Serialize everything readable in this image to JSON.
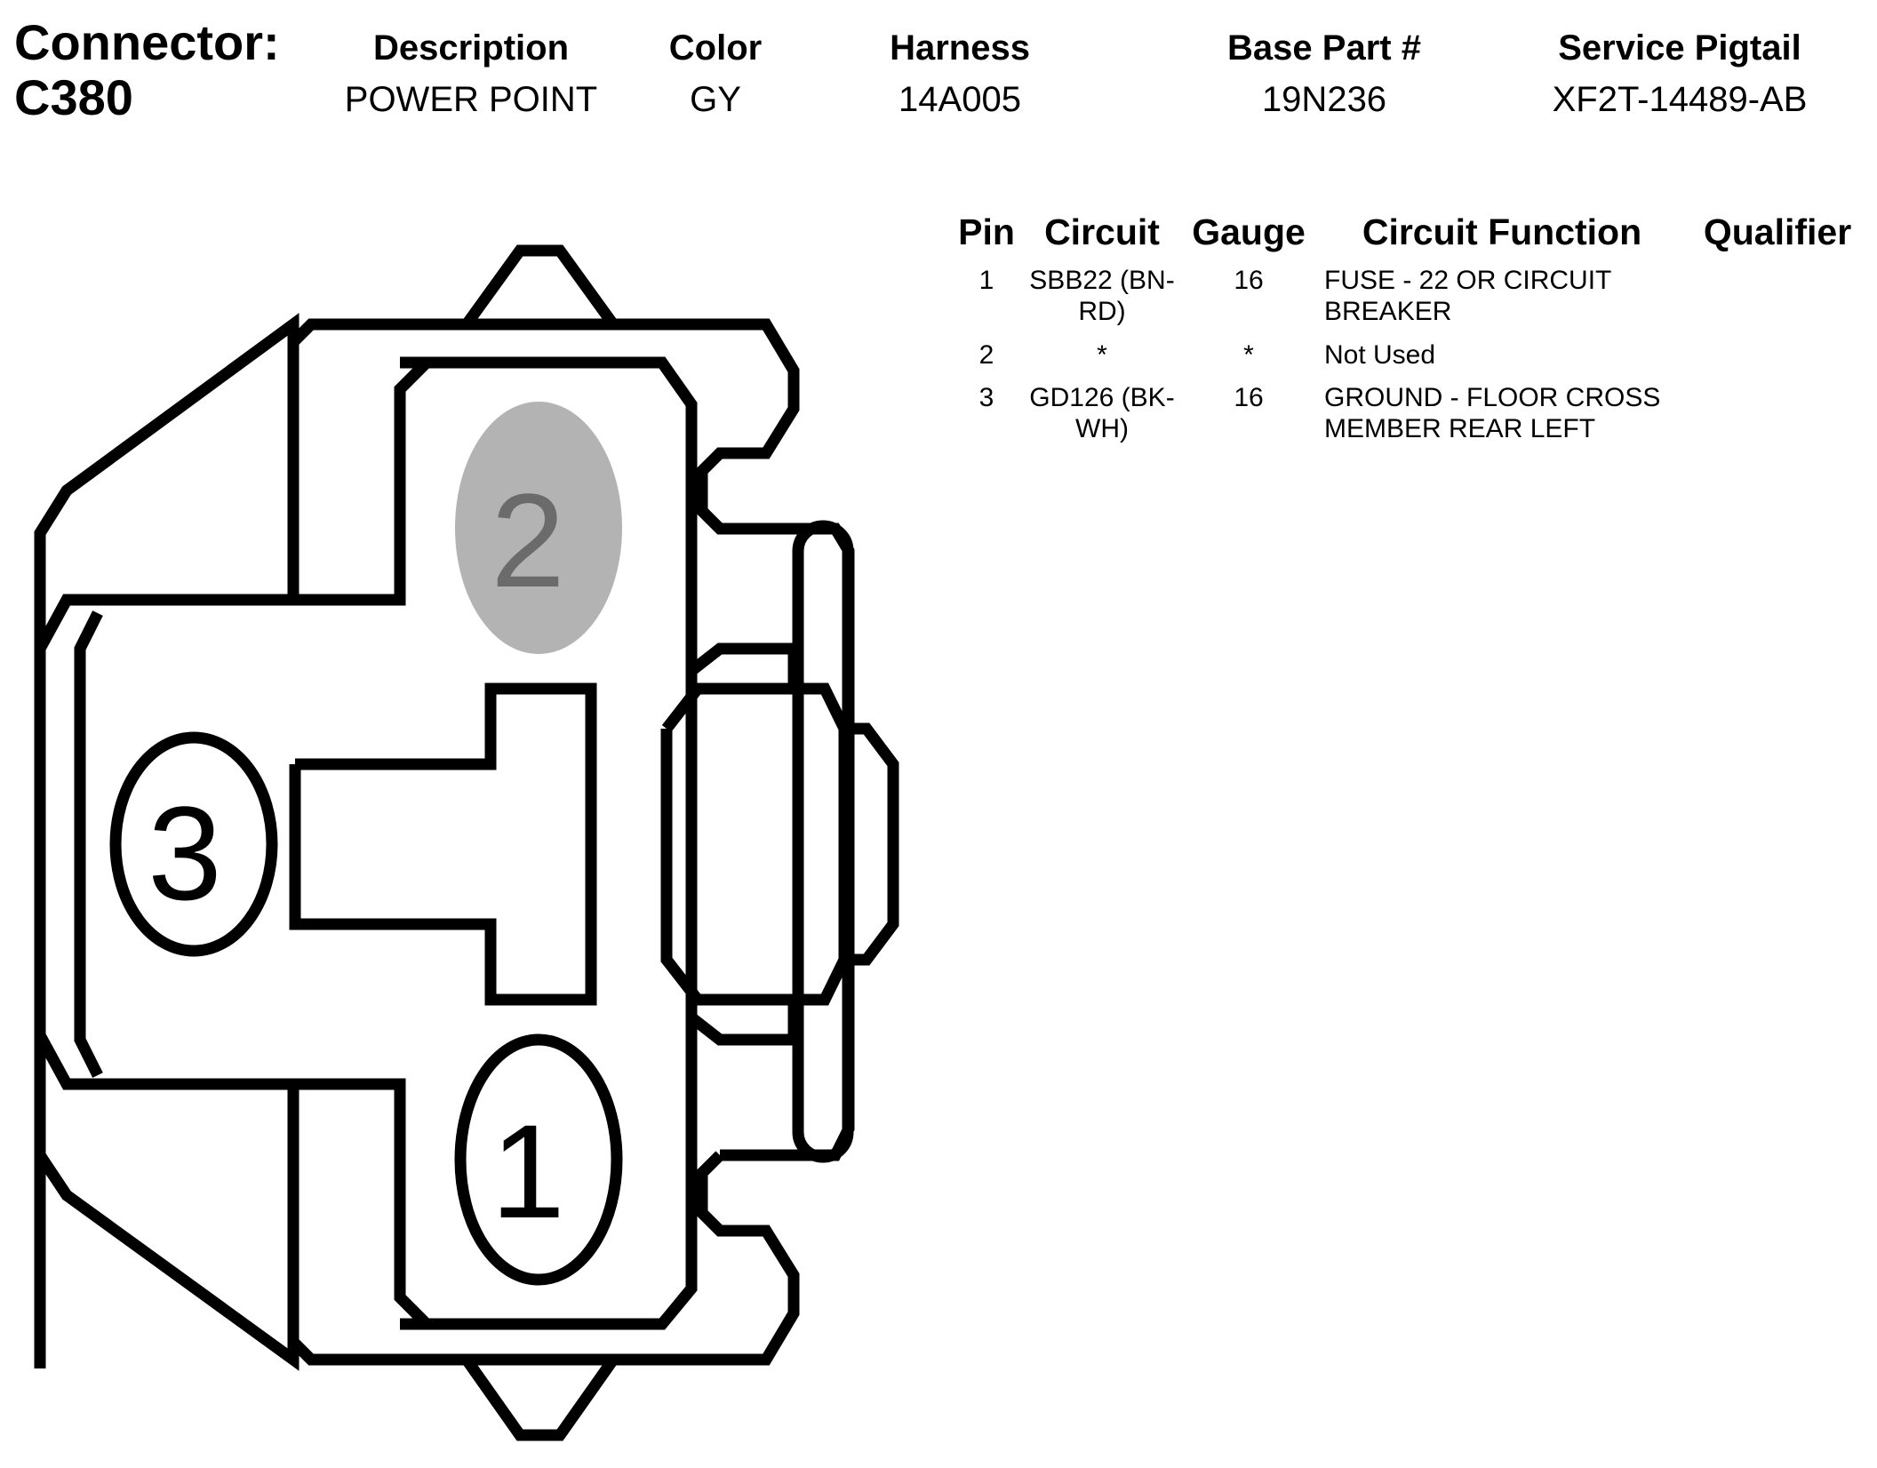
{
  "header": {
    "connector_label": "Connector:",
    "connector_id": "C380",
    "columns": [
      {
        "label": "Description",
        "value": "POWER POINT"
      },
      {
        "label": "Color",
        "value": "GY"
      },
      {
        "label": "Harness",
        "value": "14A005"
      },
      {
        "label": "Base Part #",
        "value": "19N236"
      },
      {
        "label": "Service Pigtail",
        "value": "XF2T-14489-AB"
      }
    ]
  },
  "pin_table": {
    "headers": [
      "Pin",
      "Circuit",
      "Gauge",
      "Circuit Function",
      "Qualifier"
    ],
    "rows": [
      {
        "pin": "1",
        "circuit_line1": "SBB22 (BN-",
        "circuit_line2": "RD)",
        "gauge": "16",
        "function_line1": "FUSE - 22 OR CIRCUIT",
        "function_line2": "BREAKER",
        "qualifier": ""
      },
      {
        "pin": "2",
        "circuit_line1": "*",
        "circuit_line2": "",
        "gauge": "*",
        "function_line1": "Not Used",
        "function_line2": "",
        "qualifier": ""
      },
      {
        "pin": "3",
        "circuit_line1": "GD126 (BK-",
        "circuit_line2": "WH)",
        "gauge": "16",
        "function_line1": "GROUND - FLOOR CROSS",
        "function_line2": "MEMBER REAR LEFT",
        "qualifier": ""
      }
    ]
  },
  "diagram": {
    "pins": [
      {
        "label": "1",
        "used": true
      },
      {
        "label": "2",
        "used": false
      },
      {
        "label": "3",
        "used": true
      }
    ],
    "colors": {
      "outline": "#000000",
      "unused_pin_fill": "#b3b3b3",
      "unused_pin_text": "#6b6b6b"
    }
  }
}
